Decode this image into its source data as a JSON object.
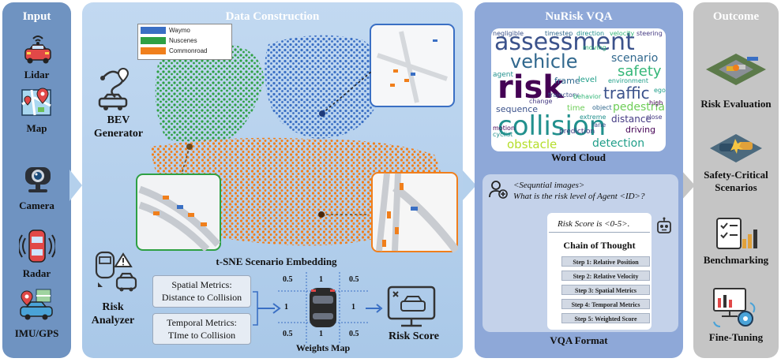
{
  "input": {
    "title": "Input",
    "items": [
      {
        "label": "Lidar",
        "icon": "lidar-car-icon"
      },
      {
        "label": "Map",
        "icon": "map-icon"
      },
      {
        "label": "Camera",
        "icon": "camera-icon"
      },
      {
        "label": "Radar",
        "icon": "radar-icon"
      },
      {
        "label": "IMU/GPS",
        "icon": "gps-car-icon"
      }
    ]
  },
  "construction": {
    "title": "Data Construction",
    "bev_label": "BEV\nGenerator",
    "risk_label": "Risk\nAnalyzer",
    "tsne_label": "t-SNE Scenario Embedding",
    "legend": [
      {
        "name": "Waymo",
        "color": "#3a6fc4"
      },
      {
        "name": "Nuscenes",
        "color": "#2ea043"
      },
      {
        "name": "Commonroad",
        "color": "#f07f1c"
      }
    ],
    "spatial_metrics": "Spatial Metrics:\nDistance to Collision",
    "temporal_metrics": "Temporal Metrics:\nTIme to Collision",
    "weights_map_label": "Weights Map",
    "weights": {
      "tl": "0.5",
      "tc": "1",
      "tr": "0.5",
      "ml": "1",
      "mr": "1",
      "bl": "0.5",
      "bc": "1",
      "br": "0.5"
    },
    "risk_score_label": "Risk Score"
  },
  "vqa": {
    "title": "NuRisk VQA",
    "word_cloud_label": "Word Cloud",
    "words": [
      "assessment",
      "vehicle",
      "risk",
      "collision",
      "traffic",
      "safety",
      "scenario",
      "pedestrian",
      "detection",
      "obstacle",
      "distance",
      "frame",
      "sequence",
      "driving",
      "agent",
      "time",
      "level",
      "prediction",
      "negligible",
      "velocity",
      "direction",
      "steering",
      "timestep",
      "motion",
      "environment",
      "trajectory",
      "behavior",
      "cyclist",
      "change",
      "object",
      "high",
      "ego",
      "lane",
      "moving",
      "close",
      "extreme"
    ],
    "question_line1": "<Sequntial images>",
    "question_line2": "What is the risk level of Agent <ID>?",
    "answer": "Risk Score is <0-5>.",
    "cot_title": "Chain of Thought",
    "steps": [
      "Step 1: Relative Position",
      "Step 2: Relative Velocity",
      "Step 3: Spatial Metrics",
      "Step 4: Temporal Metrics",
      "Step 5: Weighted Score"
    ],
    "format_label": "VQA Format"
  },
  "outcome": {
    "title": "Outcome",
    "items": [
      {
        "label": "Risk Evaluation",
        "icon": "crash-scene-icon"
      },
      {
        "label": "Safety-Critical\nScenarios",
        "icon": "car-collision-icon"
      },
      {
        "label": "Benchmarking",
        "icon": "checklist-chart-icon"
      },
      {
        "label": "Fine-Tuning",
        "icon": "monitor-gears-icon"
      }
    ]
  },
  "colors": {
    "input_panel": "#6f93c1",
    "construction_panel": "#b4d0ec",
    "vqa_panel": "#8ea8d8",
    "outcome_panel": "#c5c5c5",
    "waymo": "#3a6fc4",
    "nuscenes": "#2ea043",
    "commonroad": "#f07f1c"
  }
}
